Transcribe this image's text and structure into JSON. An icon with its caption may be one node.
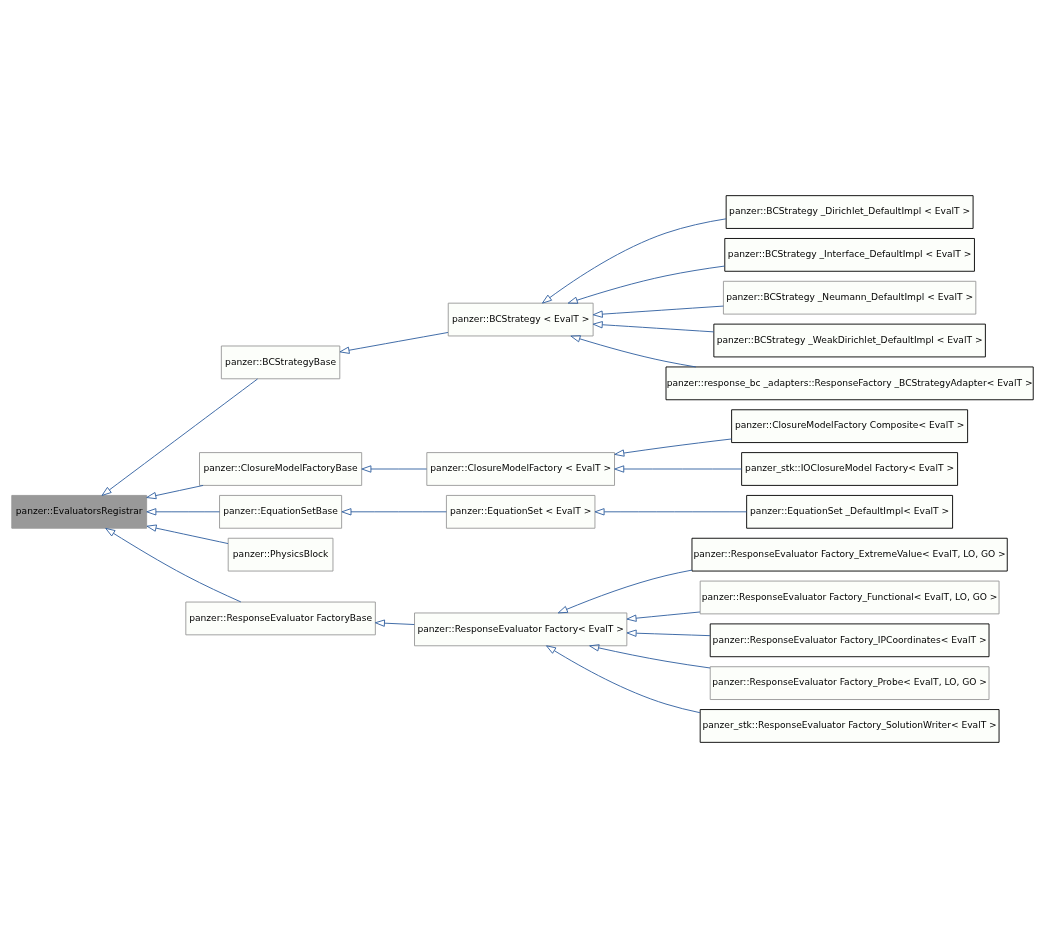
{
  "diagram": {
    "nodes": [
      {
        "text": [
          "panzer::EvaluatorsRegistrar"
        ]
      },
      {
        "text": [
          "panzer::BCStrategyBase"
        ]
      },
      {
        "text": [
          "panzer::BCStrategy < EvalT >"
        ]
      },
      {
        "text": [
          "panzer::BCStrategy _Dirichlet_DefaultImpl < EvalT >"
        ]
      },
      {
        "text": [
          "panzer::BCStrategy _Interface_DefaultImpl < EvalT >"
        ]
      },
      {
        "text": [
          "panzer::BCStrategy _Neumann_DefaultImpl < EvalT >"
        ]
      },
      {
        "text": [
          "panzer::BCStrategy _WeakDirichlet_DefaultImpl < EvalT >"
        ]
      },
      {
        "text": [
          "panzer::response_bc _adapters::ResponseFactory _BCStrategyAdapter< EvalT >"
        ]
      },
      {
        "text": [
          "panzer::ClosureModelFactoryBase"
        ]
      },
      {
        "text": [
          "panzer::ClosureModelFactory < EvalT >"
        ]
      },
      {
        "text": [
          "panzer::ClosureModelFactory Composite< EvalT >"
        ]
      },
      {
        "text": [
          "panzer_stk::IOClosureModel Factory< EvalT >"
        ]
      },
      {
        "text": [
          "panzer::EquationSetBase"
        ]
      },
      {
        "text": [
          "panzer::EquationSet < EvalT >"
        ]
      },
      {
        "text": [
          "panzer::EquationSet _DefaultImpl< EvalT >"
        ]
      },
      {
        "text": [
          "panzer::PhysicsBlock"
        ]
      },
      {
        "text": [
          "panzer::ResponseEvaluator FactoryBase"
        ]
      },
      {
        "text": [
          "panzer::ResponseEvaluator Factory< EvalT >"
        ]
      },
      {
        "text": [
          "panzer::ResponseEvaluator Factory_ExtremeValue< EvalT, LO, GO >"
        ]
      },
      {
        "text": [
          "panzer::ResponseEvaluator Factory_Functional< EvalT, LO, GO >"
        ]
      },
      {
        "text": [
          "panzer::ResponseEvaluator Factory_IPCoordinates< EvalT >"
        ]
      },
      {
        "text": [
          "panzer::ResponseEvaluator Factory_Probe< EvalT, LO, GO >"
        ]
      },
      {
        "text": [
          "panzer_stk::ResponseEvaluator Factory_SolutionWriter< EvalT >"
        ]
      }
    ],
    "edges": [
      {
        "from": 1,
        "to": 0,
        "arrow": "to"
      },
      {
        "from": 2,
        "to": 1,
        "arrow": "to"
      },
      {
        "from": 3,
        "to": 2,
        "arrow": "to"
      },
      {
        "from": 4,
        "to": 2,
        "arrow": "to"
      },
      {
        "from": 5,
        "to": 2,
        "arrow": "to"
      },
      {
        "from": 6,
        "to": 2,
        "arrow": "to"
      },
      {
        "from": 7,
        "to": 2,
        "arrow": "to"
      },
      {
        "from": 8,
        "to": 0,
        "arrow": "to"
      },
      {
        "from": 9,
        "to": 8,
        "arrow": "to"
      },
      {
        "from": 10,
        "to": 9,
        "arrow": "to"
      },
      {
        "from": 11,
        "to": 9,
        "arrow": "to"
      },
      {
        "from": 12,
        "to": 0,
        "arrow": "to"
      },
      {
        "from": 13,
        "to": 12,
        "arrow": "to"
      },
      {
        "from": 14,
        "to": 13,
        "arrow": "to"
      },
      {
        "from": 15,
        "to": 0,
        "arrow": "to"
      },
      {
        "from": 16,
        "to": 0,
        "arrow": "to"
      },
      {
        "from": 17,
        "to": 16,
        "arrow": "to"
      },
      {
        "from": 18,
        "to": 17,
        "arrow": "to"
      },
      {
        "from": 19,
        "to": 17,
        "arrow": "to"
      },
      {
        "from": 20,
        "to": 17,
        "arrow": "to"
      },
      {
        "from": 21,
        "to": 17,
        "arrow": "to"
      },
      {
        "from": 22,
        "to": 17,
        "arrow": "to"
      }
    ]
  }
}
